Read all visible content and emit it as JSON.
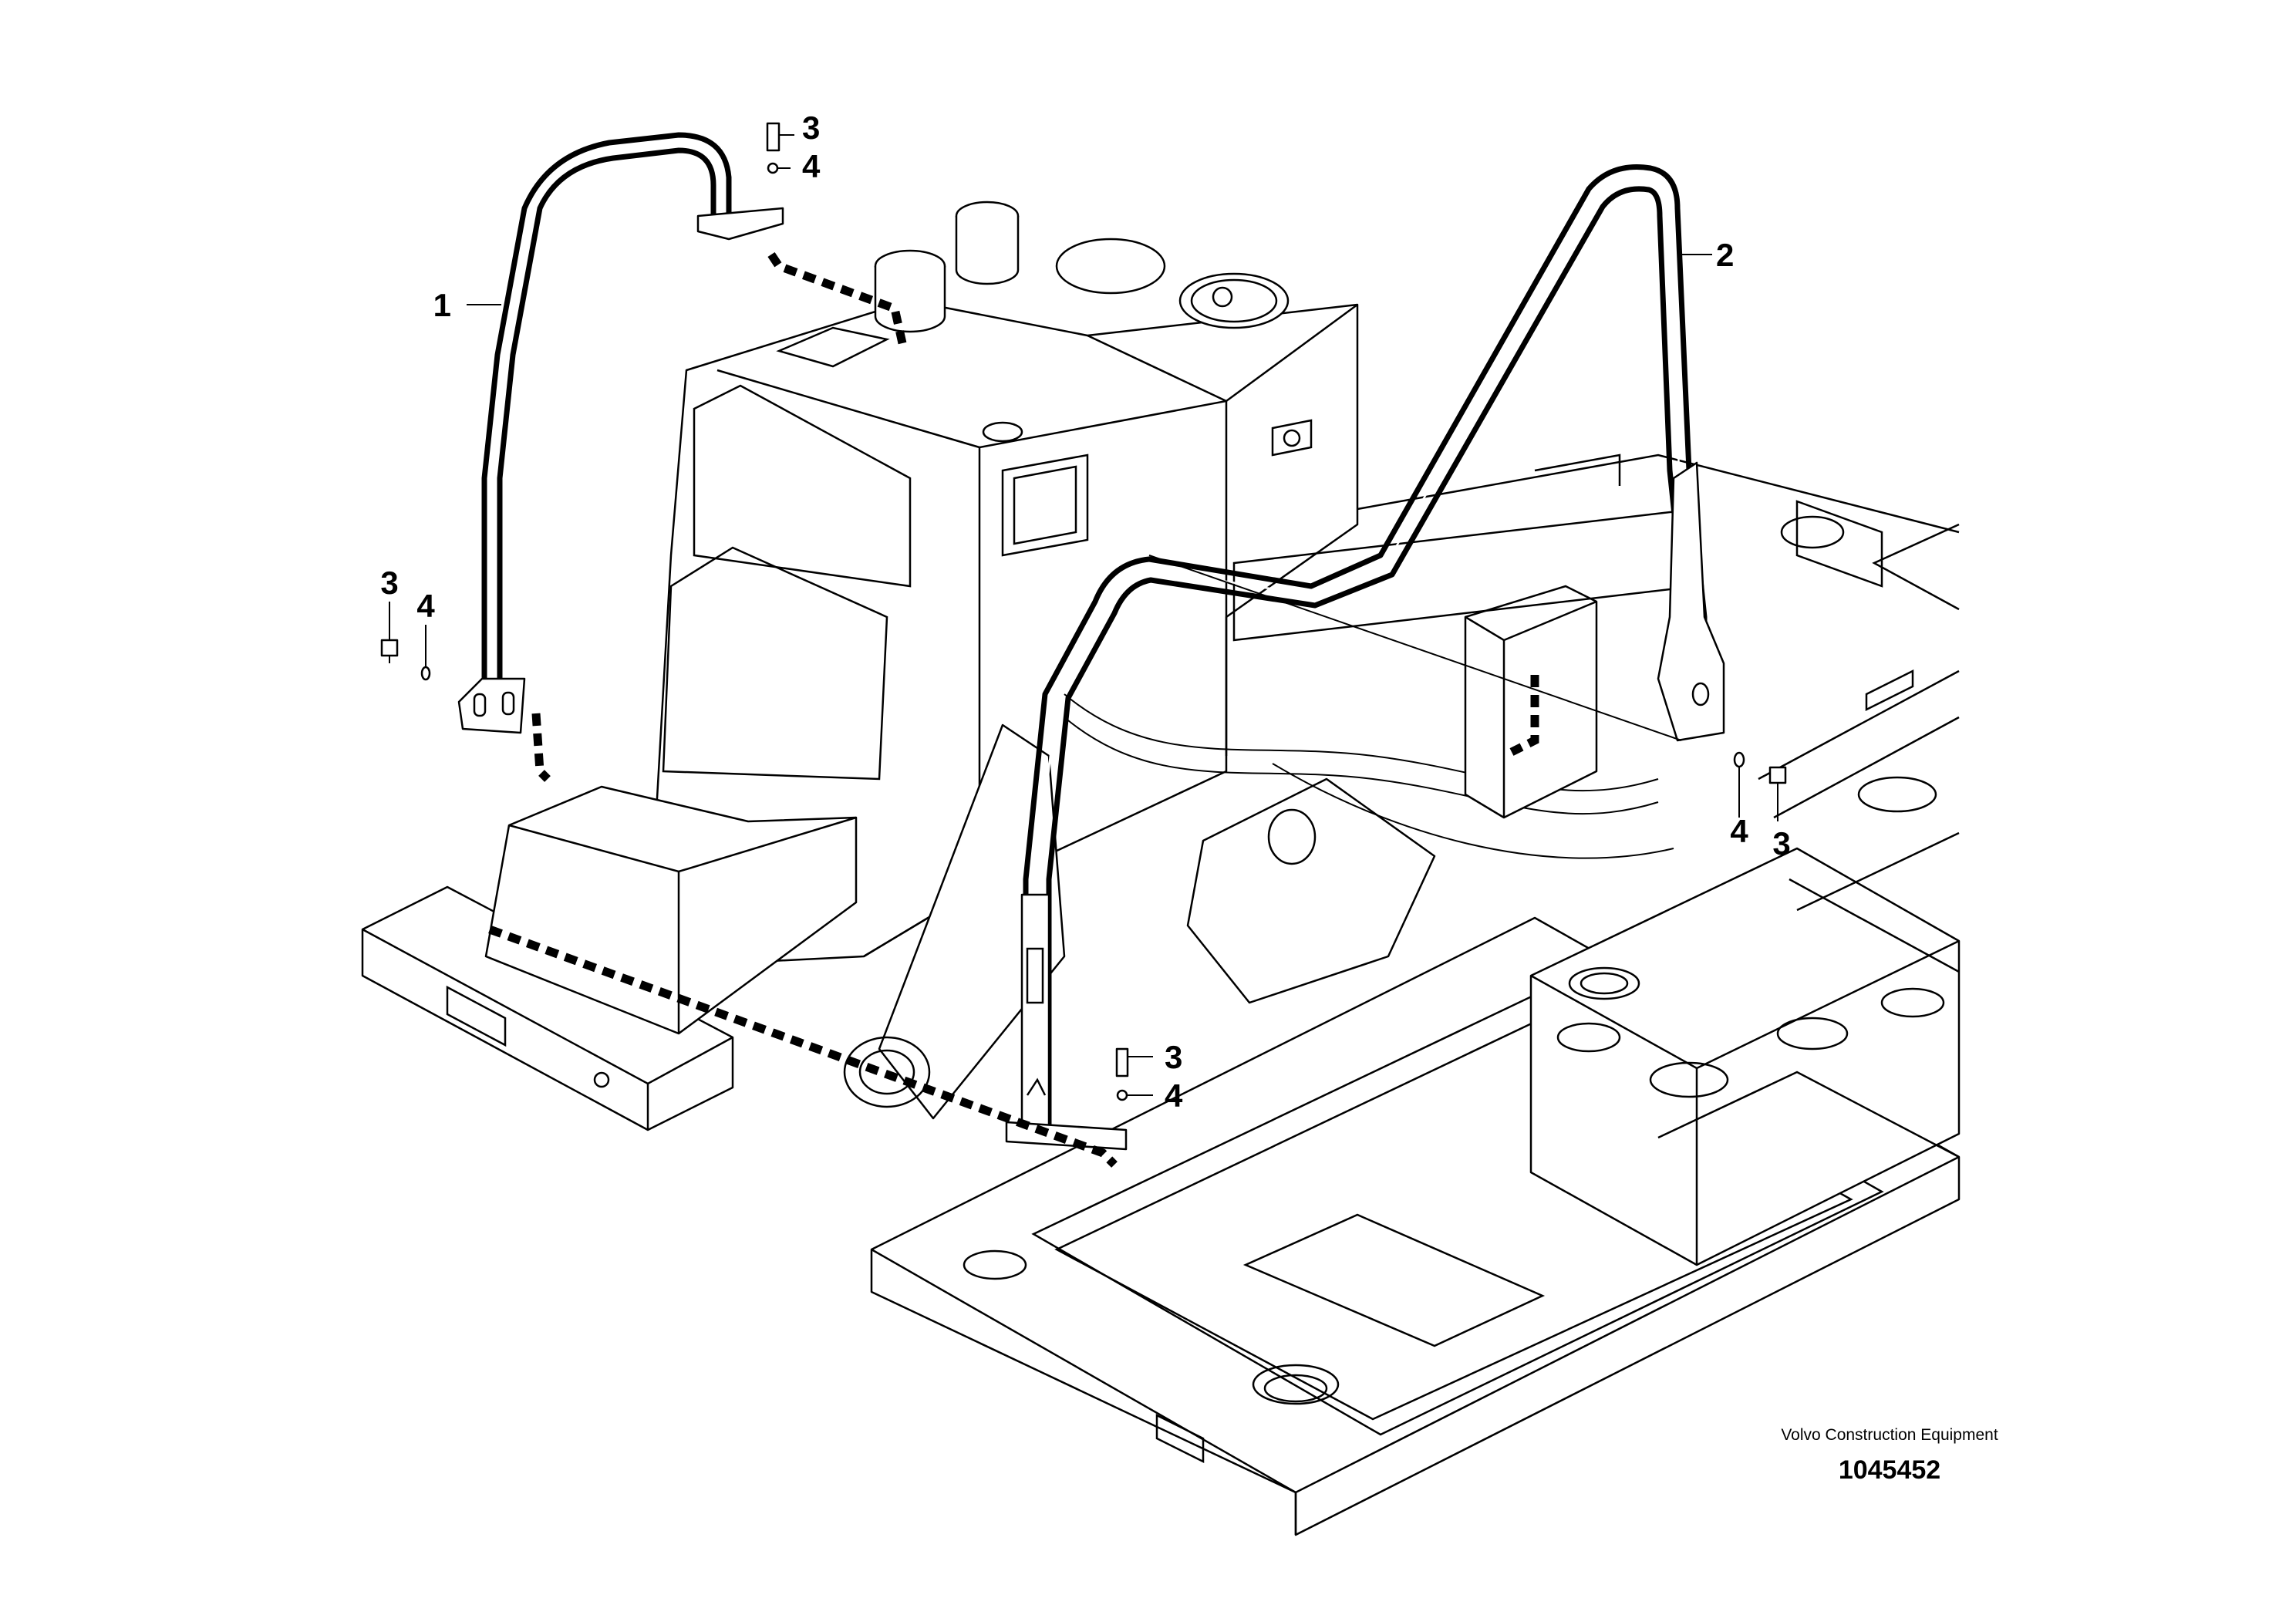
{
  "callouts": {
    "item1": "1",
    "item2": "2",
    "bolt_top": "3",
    "washer_top": "4",
    "bolt_left": "3",
    "washer_left": "4",
    "washer_right": "4",
    "bolt_right": "3",
    "bolt_bottom": "3",
    "washer_bottom": "4"
  },
  "credit": {
    "company": "Volvo Construction Equipment",
    "drawing_number": "1045452"
  }
}
